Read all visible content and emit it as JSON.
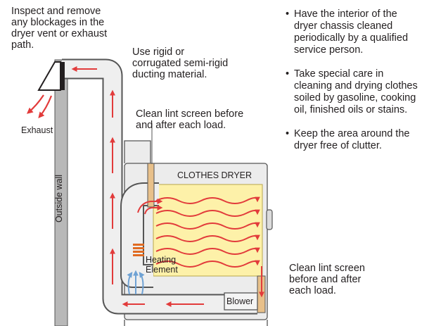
{
  "labels": {
    "inspect": [
      "Inspect and remove",
      "any blockages in the",
      "dryer vent or exhaust",
      "path."
    ],
    "ducting": [
      "Use rigid or",
      "corrugated semi-rigid",
      "ducting material."
    ],
    "lint_top": [
      "Clean lint screen before",
      "and after each load."
    ],
    "exhaust": "Exhaust",
    "outside_wall": "Outside wall",
    "clothes_dryer": "CLOTHES DRYER",
    "heating": [
      "Heating",
      "Element"
    ],
    "blower": "Blower",
    "lint_bottom": [
      "Clean lint screen",
      "before and after",
      "each load."
    ]
  },
  "tips": [
    "Have the interior of the dryer chassis cleaned periodically by a qualified service person.",
    "Take special care in cleaning and drying clothes soiled by gasoline, cooking oil, finished oils or stains.",
    "Keep the area around the dryer free of clutter."
  ],
  "colors": {
    "arrow": "#e23b3b",
    "drum": "#fdf1a9",
    "wall": "#b8b8b8",
    "duct": "#efefef",
    "heater": "#e06b22",
    "intake": "#6fa2d4"
  }
}
